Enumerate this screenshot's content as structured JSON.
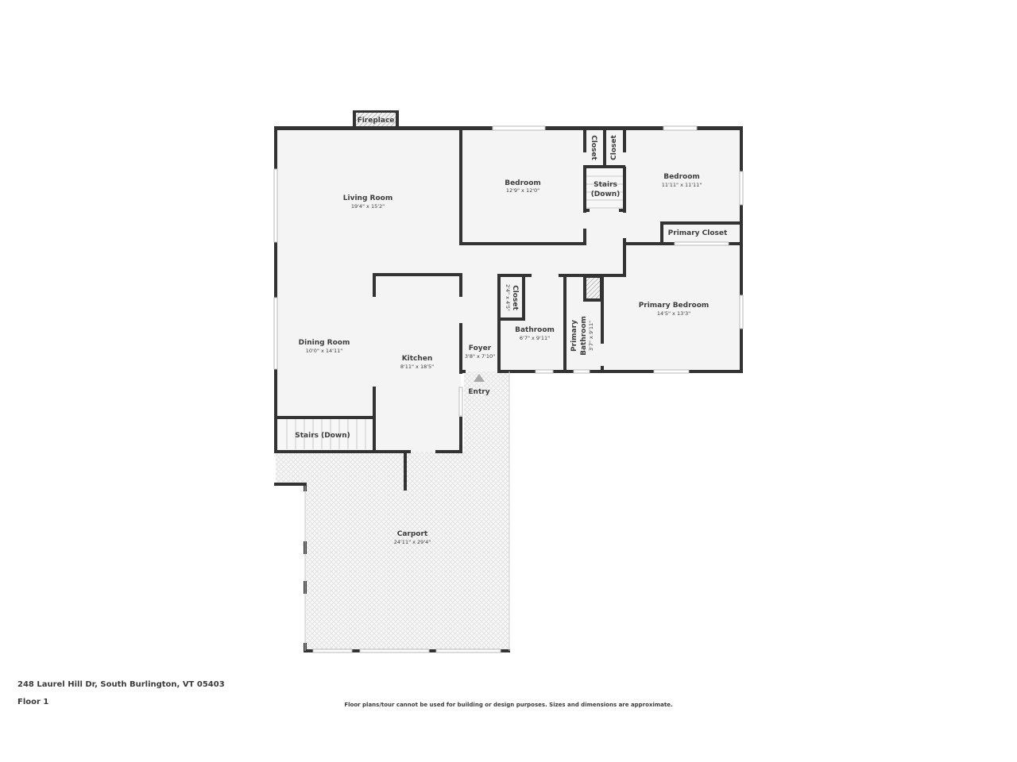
{
  "plan": {
    "address": "248 Laurel Hill Dr, South Burlington, VT 05403",
    "floor_label": "Floor 1",
    "disclaimer": "Floor plans/tour cannot be used for building or design purposes. Sizes and dimensions are approximate.",
    "colors": {
      "wall": "#333333",
      "floor": "#f4f4f4",
      "background": "#ffffff",
      "carport_pattern": "#e3e3e3"
    },
    "rooms": {
      "living_room": {
        "name": "Living Room",
        "dims": "19'4\" x 15'2\""
      },
      "bedroom_1": {
        "name": "Bedroom",
        "dims": "12'9\" x 12'0\""
      },
      "bedroom_2": {
        "name": "Bedroom",
        "dims": "11'11\" x 11'11\""
      },
      "closet_a": {
        "name": "Closet"
      },
      "closet_b": {
        "name": "Closet"
      },
      "stairs_upper": {
        "name_line1": "Stairs",
        "name_line2": "(Down)"
      },
      "primary_closet": {
        "name": "Primary Closet"
      },
      "primary_bedroom": {
        "name": "Primary Bedroom",
        "dims": "14'5\" x 13'3\""
      },
      "hall_closet": {
        "name": "Closet",
        "dims": "2'4\" x 4'5\""
      },
      "bathroom": {
        "name": "Bathroom",
        "dims": "6'7\" x 9'11\""
      },
      "primary_bathroom": {
        "name_line1": "Primary",
        "name_line2": "Bathroom",
        "dims": "3'7\" x 9'11\""
      },
      "dining_room": {
        "name": "Dining Room",
        "dims": "10'0\" x 14'11\""
      },
      "kitchen": {
        "name": "Kitchen",
        "dims": "8'11\" x 18'5\""
      },
      "foyer": {
        "name": "Foyer",
        "dims": "3'8\" x 7'10\""
      },
      "entry": {
        "name": "Entry"
      },
      "stairs_lower": {
        "name": "Stairs (Down)"
      },
      "carport": {
        "name": "Carport",
        "dims": "24'11\" x 29'4\""
      },
      "fireplace": {
        "name": "Fireplace"
      }
    }
  }
}
